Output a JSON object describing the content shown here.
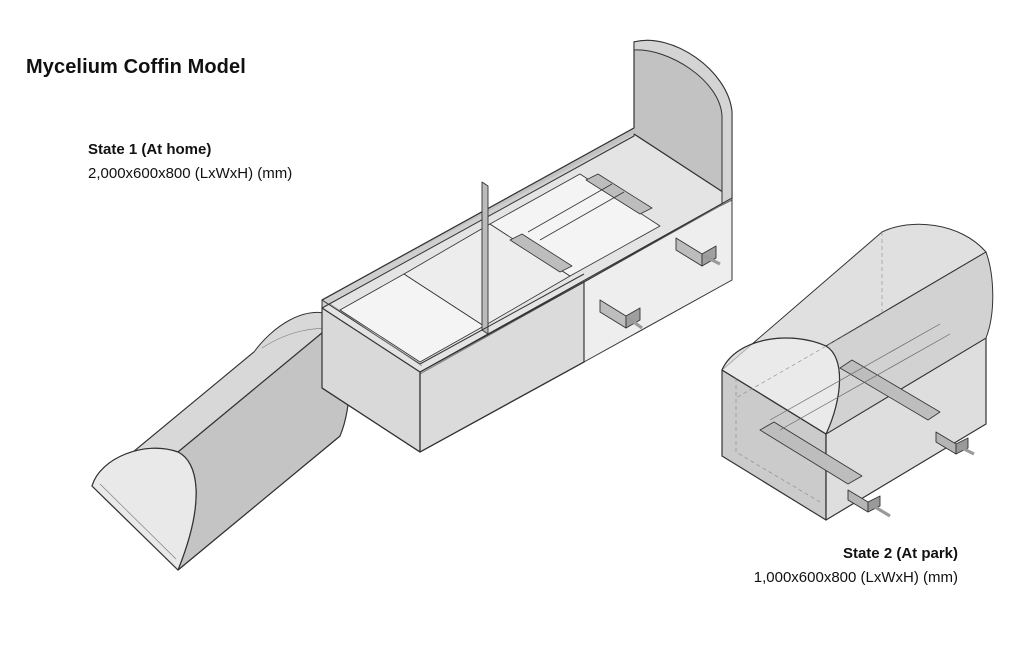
{
  "title": "Mycelium Coffin Model",
  "state1": {
    "name": "State 1 (At home)",
    "dimensions": "2,000x600x800 (LxWxH) (mm)"
  },
  "state2": {
    "name": "State 2 (At park)",
    "dimensions": "1,000x600x800 (LxWxH) (mm)"
  },
  "colors": {
    "face_light": "#ececec",
    "face_mid": "#cfcfcf",
    "face_dark": "#a9a9a9",
    "line": "#333333"
  }
}
